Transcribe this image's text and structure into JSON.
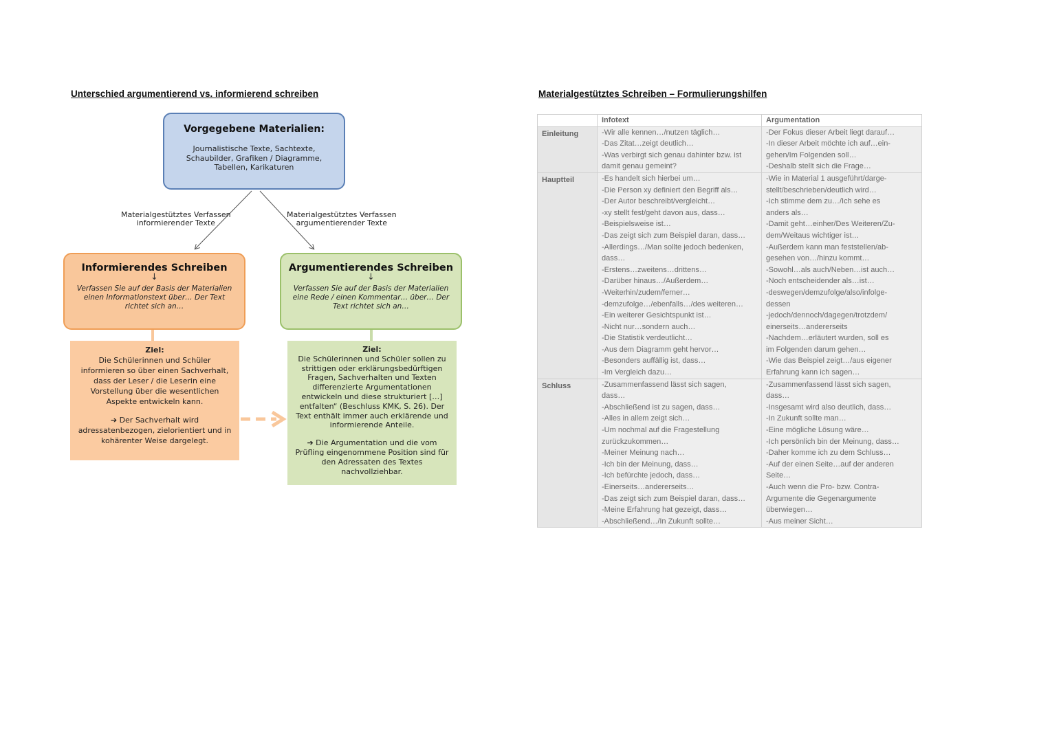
{
  "left": {
    "heading": "Unterschied argumentierend vs. informierend schreiben",
    "top_box": {
      "title": "Vorgegebene Materialien:",
      "text": "Journalistische Texte, Sachtexte, Schaubilder, Grafiken / Diagramme, Tabellen, Karikaturen"
    },
    "edge_left": [
      "Materialgestütztes Verfassen",
      "informierender Texte"
    ],
    "edge_right": [
      "Materialgestütztes Verfassen",
      "argumentierender Texte"
    ],
    "info_box": {
      "title": "Informierendes Schreiben",
      "arrow": "↓",
      "text": "Verfassen Sie auf der Basis der Materialien einen Informationstext über… Der Text richtet sich an…"
    },
    "arg_box": {
      "title": "Argumentierendes Schreiben",
      "arrow": "↓",
      "text": "Verfassen Sie auf der Basis der Materialien eine Rede / einen Kommentar… über… Der Text richtet sich an…"
    },
    "info_goal": {
      "label": "Ziel:",
      "text": "Die Schülerinnen und Schüler informieren so über einen Sachverhalt, dass der Leser / die Leserin eine Vorstellung über die wesentlichen Aspekte entwickeln kann.",
      "result": "➔ Der Sachverhalt wird adressatenbezogen, zielorientiert und in kohärenter Weise dargelegt."
    },
    "arg_goal": {
      "label": "Ziel:",
      "text": "Die Schülerinnen und Schüler sollen zu strittigen oder erklärungsbedürftigen Fragen, Sachverhalten und Texten differenzierte Argumentationen entwickeln und diese strukturiert […] entfalten“ (Beschluss KMK, S. 26). Der Text enthält immer auch erklärende und informierende Anteile.",
      "result": "➔ Die Argumentation und die vom Prüfling eingenommene Position sind für den Adressaten des Textes nachvollziehbar."
    },
    "colors": {
      "top_fill": "#c5d5ec",
      "top_border": "#5a7fb5",
      "info_fill": "#f9c79b",
      "info_border": "#ef9d55",
      "arg_fill": "#d7e5bb",
      "arg_border": "#9bc06a"
    }
  },
  "right": {
    "heading": "Materialgestütztes Schreiben – Formulierungshilfen",
    "columns": [
      "",
      "Infotext",
      "Argumentation"
    ],
    "rows": [
      {
        "section": "Einleitung",
        "infotext": [
          "-Wir alle kennen…/nutzen täglich…",
          "-Das Zitat…zeigt deutlich…",
          "-Was verbirgt sich genau dahinter bzw. ist",
          "damit genau gemeint?"
        ],
        "argumentation": [
          "-Der Fokus dieser Arbeit liegt darauf…",
          "-In dieser Arbeit möchte ich auf…ein-",
          "gehen/Im Folgenden soll…",
          "-Deshalb stellt sich die Frage…"
        ]
      },
      {
        "section": "Hauptteil",
        "infotext": [
          "-Es handelt sich hierbei um…",
          "-Die Person xy definiert den Begriff als…",
          "-Der Autor beschreibt/vergleicht…",
          "-xy stellt fest/geht davon aus, dass…",
          "-Beispielsweise ist…",
          "-Das zeigt sich zum Beispiel daran, dass…",
          "-Allerdings…/Man sollte jedoch bedenken,",
          "dass…",
          "-Erstens…zweitens…drittens…",
          "-Darüber hinaus…/Außerdem…",
          "-Weiterhin/zudem/ferner…",
          "-demzufolge…/ebenfalls…/des weiteren…",
          "-Ein weiterer Gesichtspunkt ist…",
          "-Nicht nur…sondern auch…",
          "-Die Statistik verdeutlicht…",
          "-Aus dem Diagramm geht hervor…",
          "-Besonders auffällig ist, dass…",
          "-Im Vergleich dazu…"
        ],
        "argumentation": [
          "-Wie in Material 1 ausgeführt/darge-",
          "stellt/beschrieben/deutlich wird…",
          "-Ich stimme dem zu…/Ich sehe es",
          "anders als…",
          "-Damit geht…einher/Des Weiteren/Zu-",
          "dem/Weitaus wichtiger ist…",
          "-Außerdem kann man feststellen/ab-",
          "gesehen von…/hinzu kommt…",
          "-Sowohl…als auch/Neben…ist auch…",
          "-Noch entscheidender als…ist…",
          "-deswegen/demzufolge/also/infolge-",
          "dessen",
          "-jedoch/dennoch/dagegen/trotzdem/",
          "einerseits…andererseits",
          "-Nachdem…erläutert wurden, soll es",
          "im Folgenden darum gehen…",
          "-Wie das Beispiel zeigt…/aus eigener",
          "Erfahrung kann ich sagen…"
        ]
      },
      {
        "section": "Schluss",
        "infotext": [
          "-Zusammenfassend lässt sich sagen,",
          "dass…",
          "-Abschließend ist zu sagen, dass…",
          "-Alles in allem zeigt sich…",
          "-Um nochmal auf die Fragestellung",
          "zurückzukommen…",
          "-Meiner Meinung nach…",
          "-Ich bin der Meinung, dass…",
          "-Ich befürchte jedoch, dass…",
          "-Einerseits…andererseits…",
          "-Das zeigt sich zum Beispiel daran, dass…",
          "-Meine Erfahrung hat gezeigt, dass…",
          "-Abschließend…/In Zukunft sollte…"
        ],
        "argumentation": [
          "-Zusammenfassend lässt sich sagen,",
          "dass…",
          "-Insgesamt wird also deutlich, dass…",
          "-In Zukunft sollte man…",
          "-Eine mögliche Lösung wäre…",
          "-Ich persönlich bin der Meinung, dass…",
          "-Daher komme ich zu dem Schluss…",
          "-Auf der einen Seite…auf der anderen",
          "Seite…",
          "-Auch wenn die Pro- bzw. Contra-",
          "Argumente die Gegenargumente",
          "überwiegen…",
          "-Aus meiner Sicht…"
        ]
      }
    ]
  }
}
